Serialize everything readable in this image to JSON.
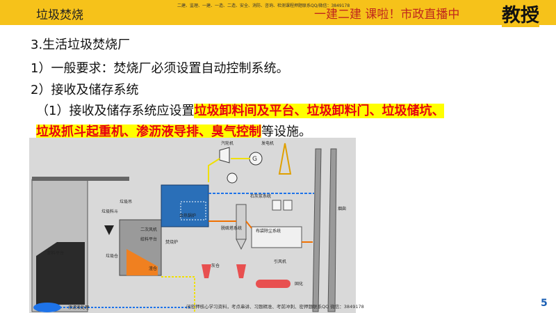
{
  "header": {
    "title": "垃圾焚烧",
    "promo": "一建二建   课啦！市政直播中",
    "brand": "教授",
    "note": "二建、监理、一建、一造、二造、安全、消防、咨询、检测课程押题联系QQ/微信：3849178"
  },
  "content": {
    "section": "3.生活垃圾焚烧厂",
    "item1": "1）一般要求：焚烧厂必须设置自动控制系统。",
    "item2": "2）接收及储存系统",
    "item3_prefix": "（1）接收及储存系统应设置",
    "item3_hl1": "垃圾卸料间及平台、垃圾卸料门、垃圾储坑、",
    "item3_hl2": "垃圾抓斗起重机、渗沥液导排、臭气控制",
    "item3_suffix": "等设施。"
  },
  "footer": {
    "page": "5",
    "note": "闭密押核心学习资料，考点串讲、习题精准、考前冲刺、密押题联系QQ 微信：3849178"
  },
  "diagram": {
    "labels": {
      "turbine": "汽轮机",
      "generator": "发电机",
      "crane": "垃圾吊",
      "chimney": "烟囱",
      "lime": "石灰浆系统",
      "desulf": "脱硫塔系统",
      "dust": "布袋除尘系统",
      "fan": "引风机",
      "boiler": "余热锅炉",
      "incin": "焚烧炉",
      "pit": "垃圾仓",
      "unload": "卸料平台",
      "leach": "渗滤液处理",
      "ash": "灰仓",
      "solid": "固化",
      "slag": "渣仓",
      "air": "二次风机",
      "feed": "给料平台",
      "hopper": "垃圾料斗"
    },
    "colors": {
      "pipe_blue": "#1e73e8",
      "pipe_yellow": "#f0e000",
      "pipe_orange": "#f07000",
      "boiler_blue": "#2a6fb8",
      "ash_red": "#e85050"
    }
  }
}
